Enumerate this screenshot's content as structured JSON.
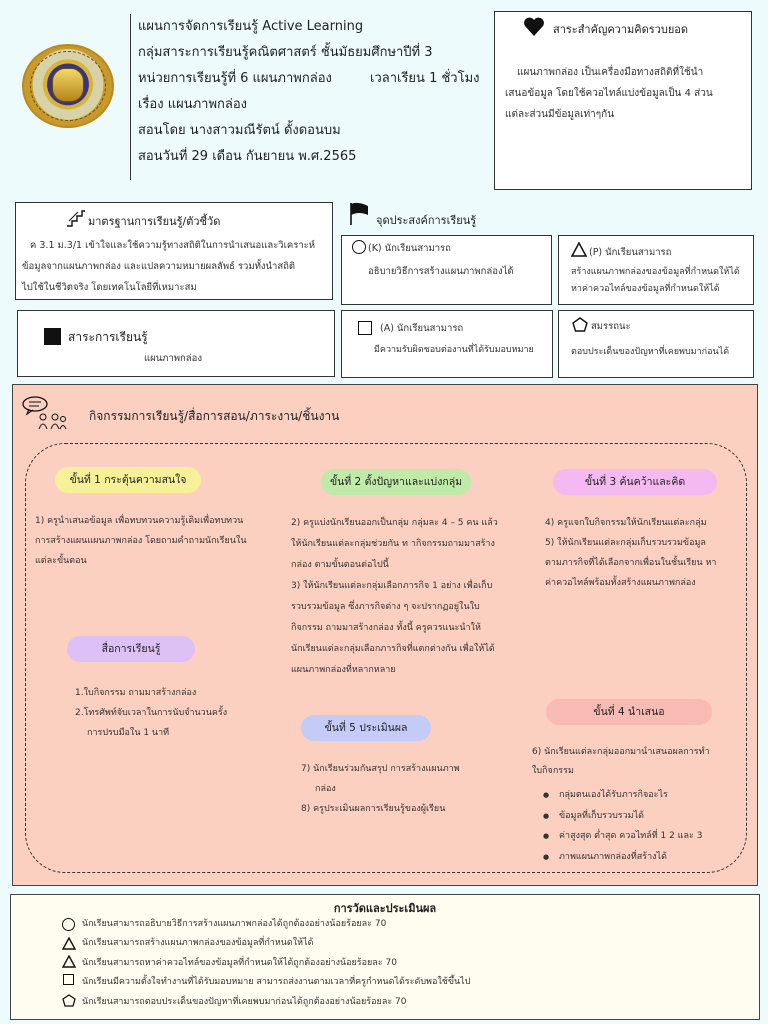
{
  "header": {
    "line1": "แผนการจัดการเรียนรู้ Active Learning",
    "line2": "กลุ่มสาระการเรียนรู้คณิตศาสตร์ ชั้นมัธยมศึกษาปีที่ 3",
    "line3_unit": "หน่วยการเรียนรู้ที่ 6 แผนภาพกล่อง",
    "line3_time": "เวลาเรียน 1 ชั่วโมง",
    "line4": "เรื่อง แผนภาพกล่อง",
    "line5": "สอนโดย นางสาวมณีรัตน์ ดั้งดอนบม",
    "line6": "สอนวันที่ 29 เดือน กันยายน พ.ศ.2565"
  },
  "concept": {
    "title": "สาระสำคัญความคิดรวบยอด",
    "lines": [
      "แผนภาพกล่อง เป็นเครื่องมือทางสถิติที่ใช้นำ",
      "เสนอข้อมูล โดยใช้ควอไทล์แบ่งข้อมูลเป็น 4 ส่วน",
      "แต่ละส่วนมีข้อมูลเท่าๆกัน"
    ]
  },
  "standard": {
    "title": "มาตรฐานการเรียนรู้/ตัวชี้วัด",
    "lines": [
      "ค 3.1 ม.3/1 เข้าใจและใช้ความรู้ทางสถิติในการนำเสนอและวิเคราะห์",
      "ข้อมูลจากแผนภาพกล่อง และแปลความหมายผลลัพธ์ รวมทั้งนำสถิติ",
      "ไปใช้ในชีวิตจริง โดยเทคโนโลยีที่เหมาะสม"
    ]
  },
  "content": {
    "title": "สาระการเรียนรู้",
    "text": "แผนภาพกล่อง"
  },
  "objectives": {
    "title": "จุดประสงค์การเรียนรู้",
    "k": {
      "title": "(K) นักเรียนสามารถ",
      "text": "อธิบายวิธีการสร้างแผนภาพกล่องได้"
    },
    "p": {
      "title": "(P) นักเรียนสามารถ",
      "lines": [
        "สร้างแผนภาพกล่องของข้อมูลที่กำหนดให้ได้",
        "หาค่าควอไทล์ของข้อมูลที่กำหนดให้ได้"
      ]
    },
    "a": {
      "title": "(A) นักเรียนสามารถ",
      "text": "มีความรับผิดชอบต่องานที่ได้รับมอบหมาย"
    },
    "c": {
      "title": "สมรรถนะ",
      "text": "ตอบประเด็นของปัญหาที่เคยพบมาก่อนได้"
    }
  },
  "activities": {
    "title": "กิจกรรมการเรียนรู้/สื่อการสอน/ภาระงาน/ชิ้นงาน",
    "step1": {
      "label": "ขั้นที่ 1 กระตุ้นความสนใจ",
      "lines": [
        "1) ครูนำเสนอข้อมูล เพื่อทบทวนความรู้เดิมเพื่อทบทวน",
        "การสร้างแผนแผนภาพกล่อง โดยถามคำถามนักเรียนใน",
        "แต่ละขั้นตอน"
      ]
    },
    "step2": {
      "label": "ขั้นที่ 2 ตั้งปัญหาและแบ่งกลุ่ม",
      "lines": [
        "2) ครูแบ่งนักเรียนออกเป็นกลุ่ม กลุ่มละ 4 – 5 คน แล้ว",
        "ให้นักเรียนแต่ละกลุ่มช่วยกัน ท ากิจกรรมถามมาสร้าง",
        "กล่อง ตามขั้นตอนต่อไปนี้",
        "3) ให้นักเรียนแต่ละกลุ่มเลือกภารกิจ 1 อย่าง เพื่อเก็บ",
        "รวบรวมข้อมูล ซึ่งภารกิจต่าง ๆ จะปรากฏอยู่ในใบ",
        "กิจกรรม ถามมาสร้างกล่อง ทั้งนี้ ครูควรแนะนำให้",
        "นักเรียนแต่ละกลุ่มเลือกภารกิจที่แตกต่างกัน เพื่อให้ได้",
        "แผนภาพกล่องที่หลากหลาย"
      ]
    },
    "step3": {
      "label": "ขั้นที่ 3 ค้นคว้าและคิด",
      "lines": [
        "4) ครูแจกใบกิจกรรมให้นักเรียนแต่ละกลุ่ม",
        "5) ให้นักเรียนแต่ละกลุ่มเก็บรวบรวมข้อมูล",
        "ตามภารกิจที่ได้เลือกจากเพื่อนในชั้นเรียน หา",
        "ค่าควอไทล์พร้อมทั้งสร้างแผนภาพกล่อง"
      ]
    },
    "media": {
      "label": "สื่อการเรียนรู้",
      "lines": [
        "1.ใบกิจกรรม ถามมาสร้างกล่อง",
        "2.โทรศัพท์จับเวลาในการนับจำนวนครั้ง",
        "การปรบมือใน 1 นาที"
      ]
    },
    "step5": {
      "label": "ขั้นที่ 5 ประเมินผล",
      "lines": [
        "7) นักเรียนร่วมกันสรุป การสร้างแผนภาพ",
        "กล่อง",
        "8) ครูประเมินผลการเรียนรู้ของผู้เรียน"
      ]
    },
    "step4": {
      "label": "ขั้นที่ 4 นำเสนอ",
      "lines": [
        "6) นักเรียนแต่ละกลุ่มออกมานำเสนอผลการทำ",
        "ใบกิจกรรม"
      ],
      "bullets": [
        "กลุ่มตนเองได้รับภารกิจอะไร",
        "ข้อมูลที่เก็บรวบรวมได้",
        "ค่าสูงสุด ต่ำสุด ควอไทล์ที่ 1 2 และ 3",
        "ภาพแผนภาพกล่องที่สร้างได้"
      ]
    }
  },
  "evaluation": {
    "title": "การวัดและประเมินผล",
    "rows": [
      "นักเรียนสามารถอธิบายวิธีการสร้างแผนภาพกล่องได้ถูกต้องอย่างน้อยร้อยละ 70",
      "นักเรียนสามารถสร้างแผนภาพกล่องของข้อมูลที่กำหนดให้ได้",
      "นักเรียนสามารถหาค่าควอไทล์ของข้อมูลที่กำหนดให้ได้ถูกต้องอย่างน้อยร้อยละ 70",
      "นักเรียนมีความตั้งใจทำงานที่ได้รับมอบหมาย สามารถส่งงานตามเวลาที่ครูกำหนดได้ระดับพอใช้ขึ้นไป",
      "นักเรียนสามารถตอบประเด็นของปัญหาที่เคยพบมาก่อนได้ถูกต้องอย่างน้อยร้อยละ 70"
    ]
  },
  "colors": {
    "activities_bg": "#fbd0c0",
    "step1": "#f6f199",
    "step2": "#bfeaa7",
    "step3": "#f4b9f0",
    "media": "#dcc0f6",
    "step5": "#c5cbf7",
    "step4": "#f7bbb4",
    "eval_bg": "#fffdf0"
  }
}
